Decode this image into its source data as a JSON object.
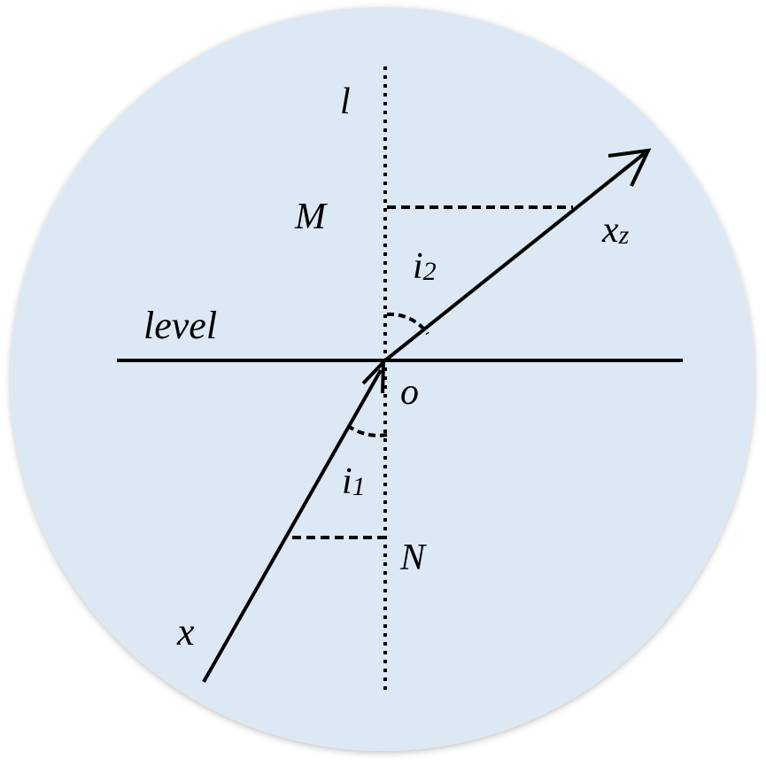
{
  "diagram": {
    "background_color": "#dde8f5",
    "stroke_color": "#000000",
    "labels": {
      "normal_line": "l",
      "point_m": "M",
      "point_n": "N",
      "origin": "o",
      "surface": "level",
      "incident_ray": "x",
      "refracted_ray": "x",
      "refracted_ray_subscript": "z",
      "angle_incidence": "i",
      "angle_incidence_subscript": "1",
      "angle_refraction": "i",
      "angle_refraction_subscript": "2"
    }
  }
}
